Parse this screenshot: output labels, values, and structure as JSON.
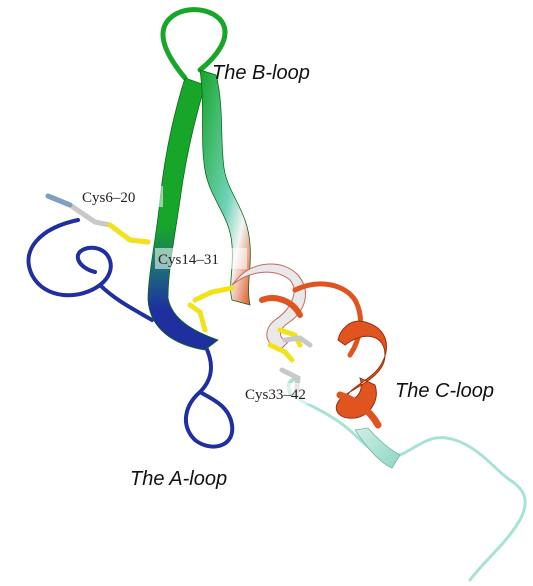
{
  "labels": {
    "b_loop": "The B-loop",
    "a_loop": "The A-loop",
    "c_loop": "The C-loop",
    "cys6_20": "Cys6–20",
    "cys14_31": "Cys14–31",
    "cys33_42": "Cys33–42"
  },
  "colors": {
    "a_loop": "#1f2f9f",
    "b_loop": "#17a52a",
    "c_loop": "#e0541f",
    "tail": "#a8e2d6",
    "disulfide": "#f2e21a",
    "stick": "#c8c8c8"
  }
}
